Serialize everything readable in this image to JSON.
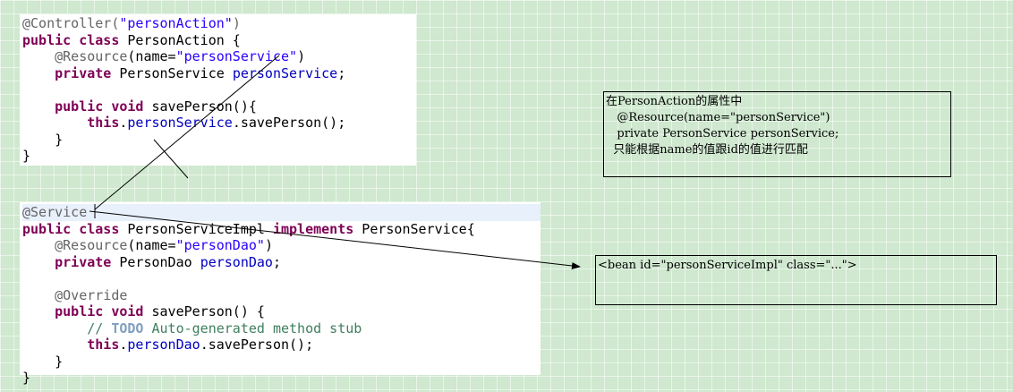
{
  "top_code": {
    "lines": [
      [
        [
          "ann",
          "@Controller("
        ],
        [
          "str",
          "\"personAction\""
        ],
        [
          "ann",
          ")"
        ]
      ],
      [
        [
          "kw",
          "public class"
        ],
        [
          "txt",
          " PersonAction {"
        ]
      ],
      [
        [
          "txt",
          "    "
        ],
        [
          "ann",
          "@Resource"
        ],
        [
          "txt",
          "(name="
        ],
        [
          "str",
          "\"personService\""
        ],
        [
          "txt",
          ")"
        ]
      ],
      [
        [
          "txt",
          "    "
        ],
        [
          "kw",
          "private"
        ],
        [
          "txt",
          " PersonService "
        ],
        [
          "fld",
          "personService"
        ],
        [
          "txt",
          ";"
        ]
      ],
      [
        [
          "txt",
          ""
        ]
      ],
      [
        [
          "txt",
          "    "
        ],
        [
          "kw",
          "public void"
        ],
        [
          "txt",
          " savePerson(){"
        ]
      ],
      [
        [
          "txt",
          "        "
        ],
        [
          "kw",
          "this"
        ],
        [
          "txt",
          "."
        ],
        [
          "fld",
          "personService"
        ],
        [
          "txt",
          ".savePerson();"
        ]
      ],
      [
        [
          "txt",
          "    }"
        ]
      ],
      [
        [
          "txt",
          "}"
        ]
      ]
    ]
  },
  "bottom_code": {
    "lines": [
      [
        [
          "ann",
          "@Service"
        ]
      ],
      [
        [
          "kw",
          "public class"
        ],
        [
          "txt",
          " PersonServiceImpl "
        ],
        [
          "kw",
          "implements"
        ],
        [
          "txt",
          " PersonService{"
        ]
      ],
      [
        [
          "txt",
          "    "
        ],
        [
          "ann",
          "@Resource"
        ],
        [
          "txt",
          "(name="
        ],
        [
          "str",
          "\"personDao\""
        ],
        [
          "txt",
          ")"
        ]
      ],
      [
        [
          "txt",
          "    "
        ],
        [
          "kw",
          "private"
        ],
        [
          "txt",
          " PersonDao "
        ],
        [
          "fld",
          "personDao"
        ],
        [
          "txt",
          ";"
        ]
      ],
      [
        [
          "txt",
          ""
        ]
      ],
      [
        [
          "txt",
          "    "
        ],
        [
          "ann",
          "@Override"
        ]
      ],
      [
        [
          "txt",
          "    "
        ],
        [
          "kw",
          "public void"
        ],
        [
          "txt",
          " savePerson() {"
        ]
      ],
      [
        [
          "txt",
          "        "
        ],
        [
          "cmt",
          "// "
        ],
        [
          "todo",
          "TODO"
        ],
        [
          "cmt",
          " Auto-generated method stub"
        ]
      ],
      [
        [
          "txt",
          "        "
        ],
        [
          "kw",
          "this"
        ],
        [
          "txt",
          "."
        ],
        [
          "fld",
          "personDao"
        ],
        [
          "txt",
          ".savePerson();"
        ]
      ],
      [
        [
          "txt",
          "    }"
        ]
      ],
      [
        [
          "txt",
          "}"
        ]
      ]
    ]
  },
  "note_top": {
    "lines": [
      "在PersonAction的属性中",
      "   @Resource(name=\"personService\")",
      "   private PersonService personService;",
      "  只能根据name的值跟id的值进行匹配"
    ]
  },
  "note_bottom": {
    "text": "<bean id=\"personServiceImpl\" class=\"...\">"
  },
  "colors": {
    "background": "#cfe8cf",
    "keyword": "#7f0055",
    "annotation": "#646464",
    "string": "#2a00ff",
    "field": "#0000c0",
    "comment": "#3f7f5f",
    "line": "#000000"
  }
}
